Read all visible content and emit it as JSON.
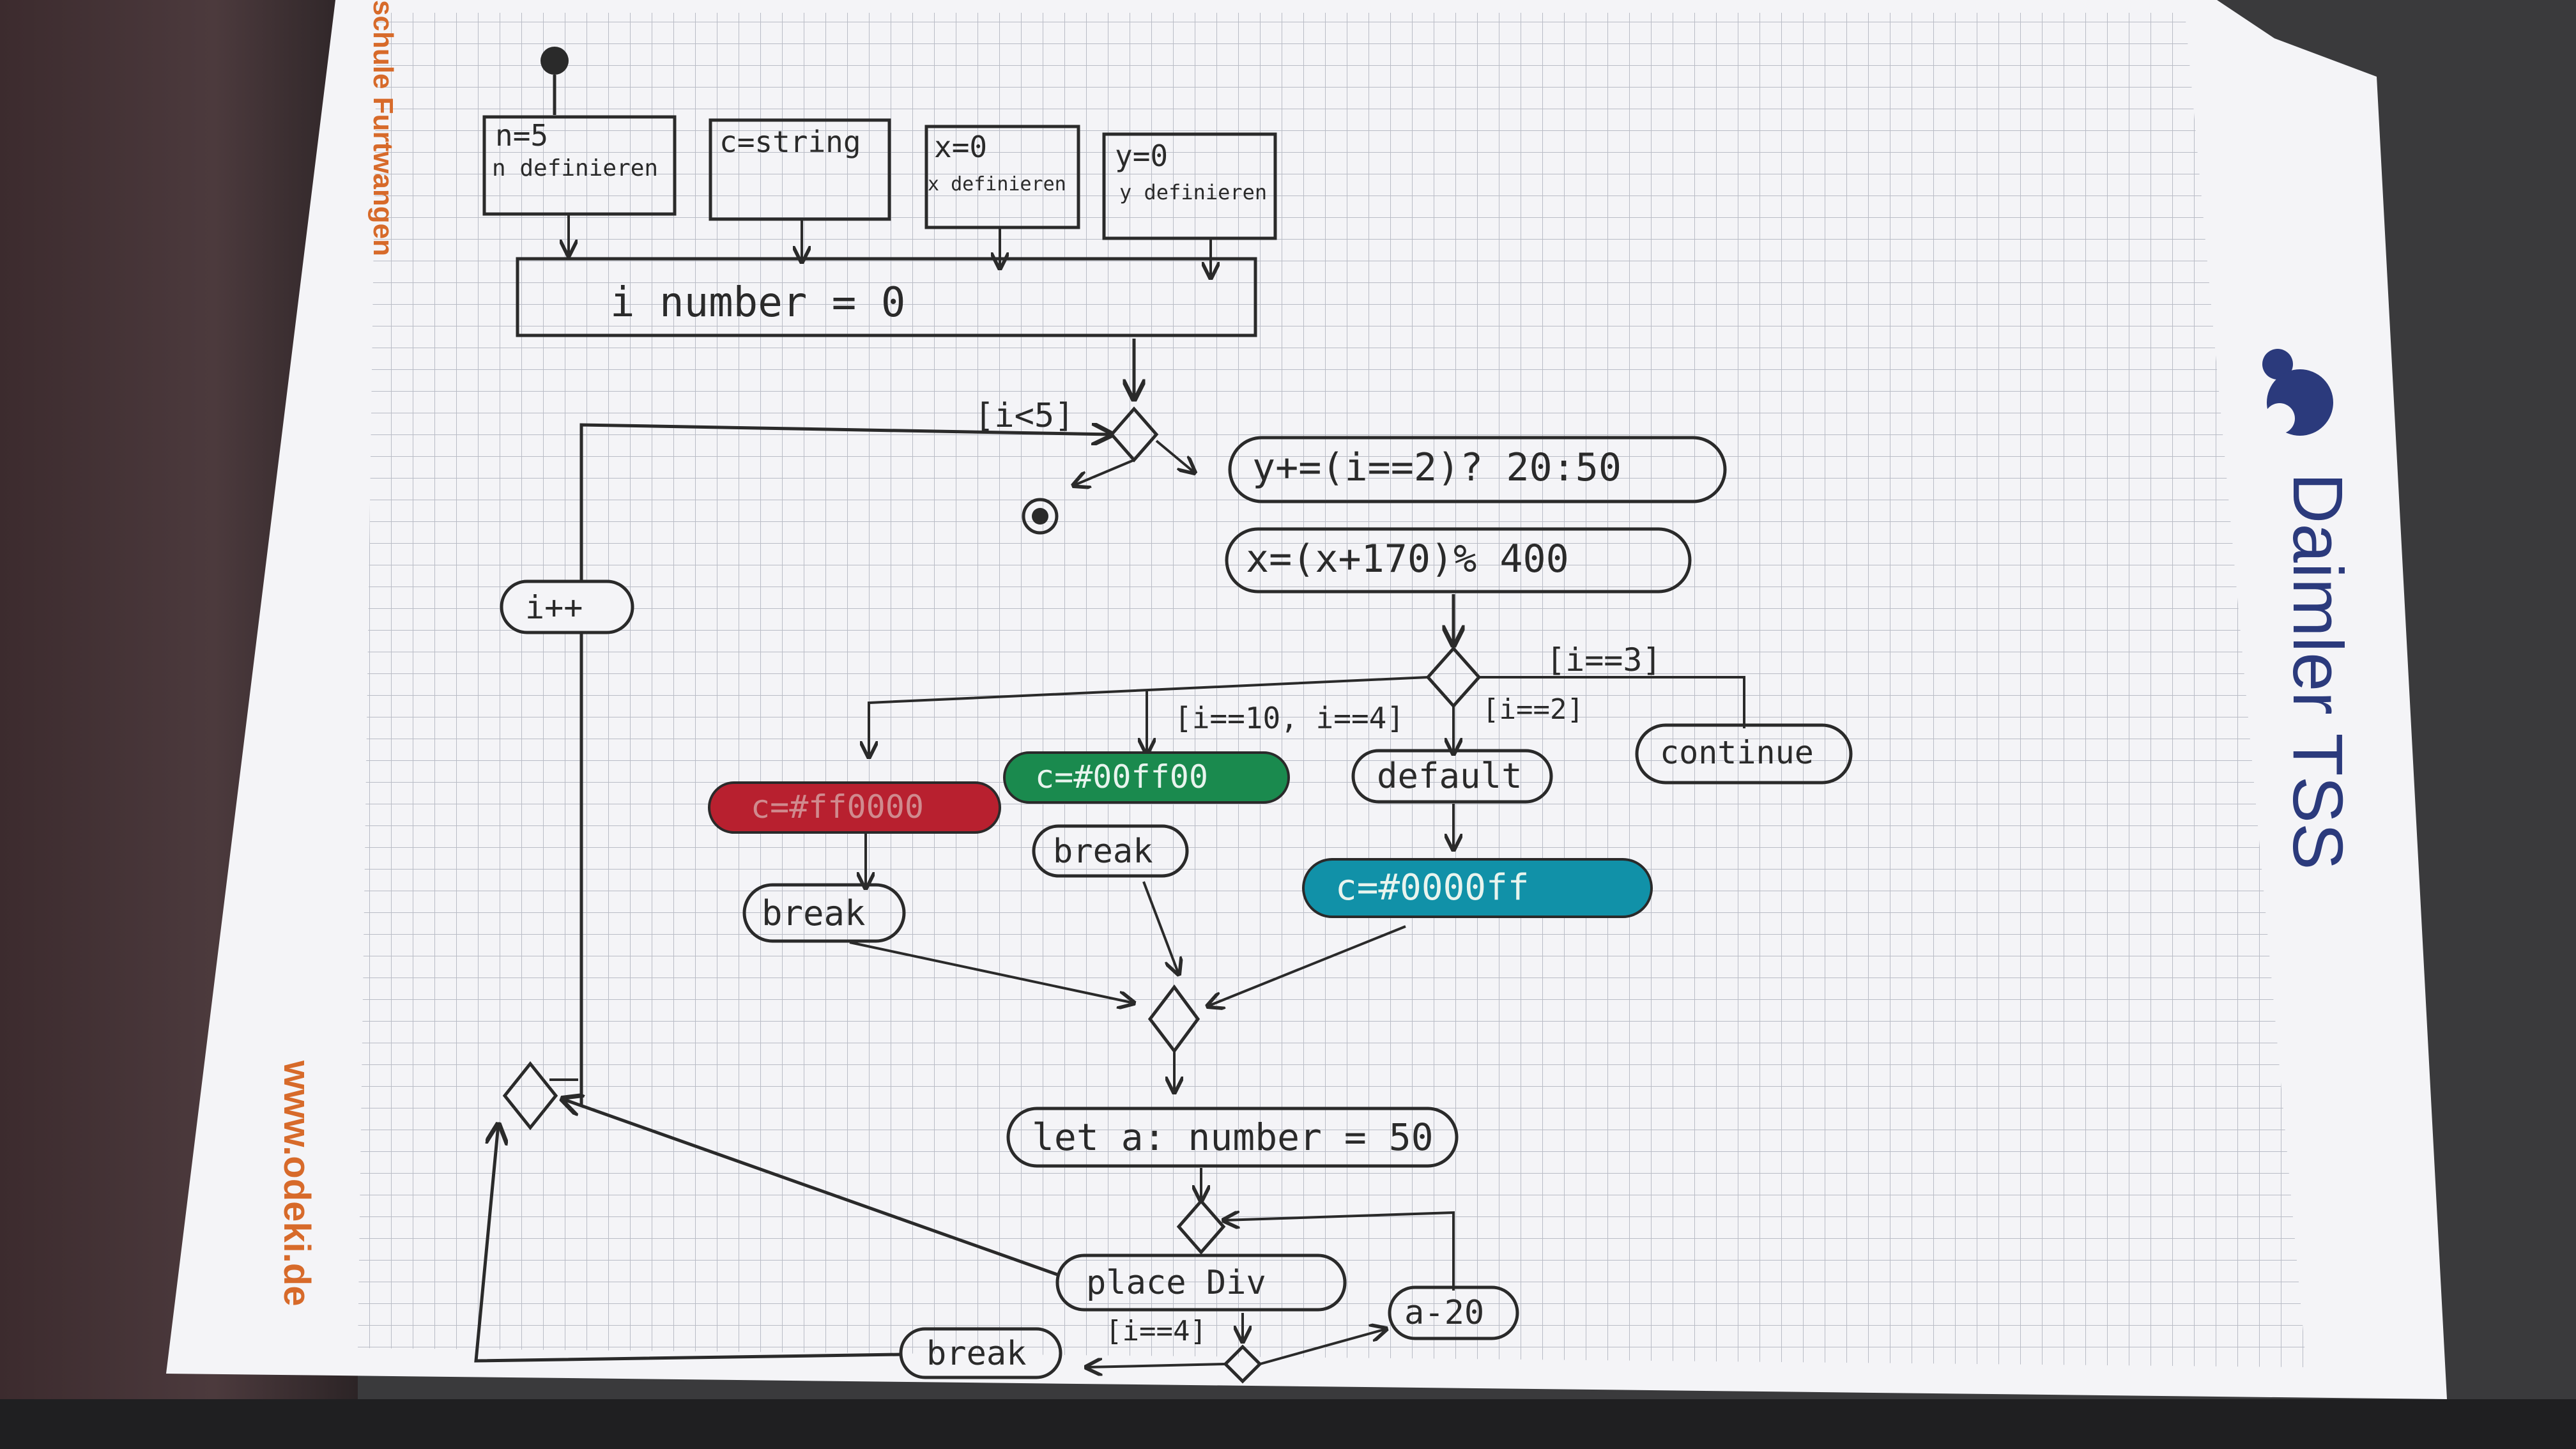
{
  "brand": {
    "name": "Daimler TSS"
  },
  "paper_print": {
    "side_text": "schule Furtwangen",
    "website": "www.odeki.de"
  },
  "init_boxes": [
    {
      "line1": "n=5",
      "line2": "n definieren"
    },
    {
      "line1": "c=string",
      "line2": ""
    },
    {
      "line1": "x=0",
      "line2": "x definieren"
    },
    {
      "line1": "y=0",
      "line2": "y definieren"
    }
  ],
  "number_bar": "i number = 0",
  "guards": {
    "loop": "[i<5]",
    "case_3": "[i==3]",
    "case_10_4": "[i==10, i==4]",
    "case_2": "[i==2]",
    "inner": "[i==4]"
  },
  "actions": {
    "increment": "i++",
    "y_assign": "y+=(i==2)? 20:50",
    "x_assign": "x=(x+170)% 400",
    "red": "c=#ff0000",
    "green": "c=#00ff00",
    "default": "default",
    "blue": "c=#0000ff",
    "continue": "continue",
    "break_red": "break",
    "break_green": "break",
    "let_a": "let a: number = 50",
    "place_div": "place Div",
    "a_minus": "a-20",
    "break_bottom": "break"
  },
  "colors": {
    "red_node": "#b8202f",
    "green_node": "#1a8a4e",
    "blue_node": "#1191a8",
    "ink": "#2a2a2a",
    "grid": "#b9bcc6",
    "brand_blue": "#2b3a7c",
    "promo_orange": "#d76a2a"
  }
}
